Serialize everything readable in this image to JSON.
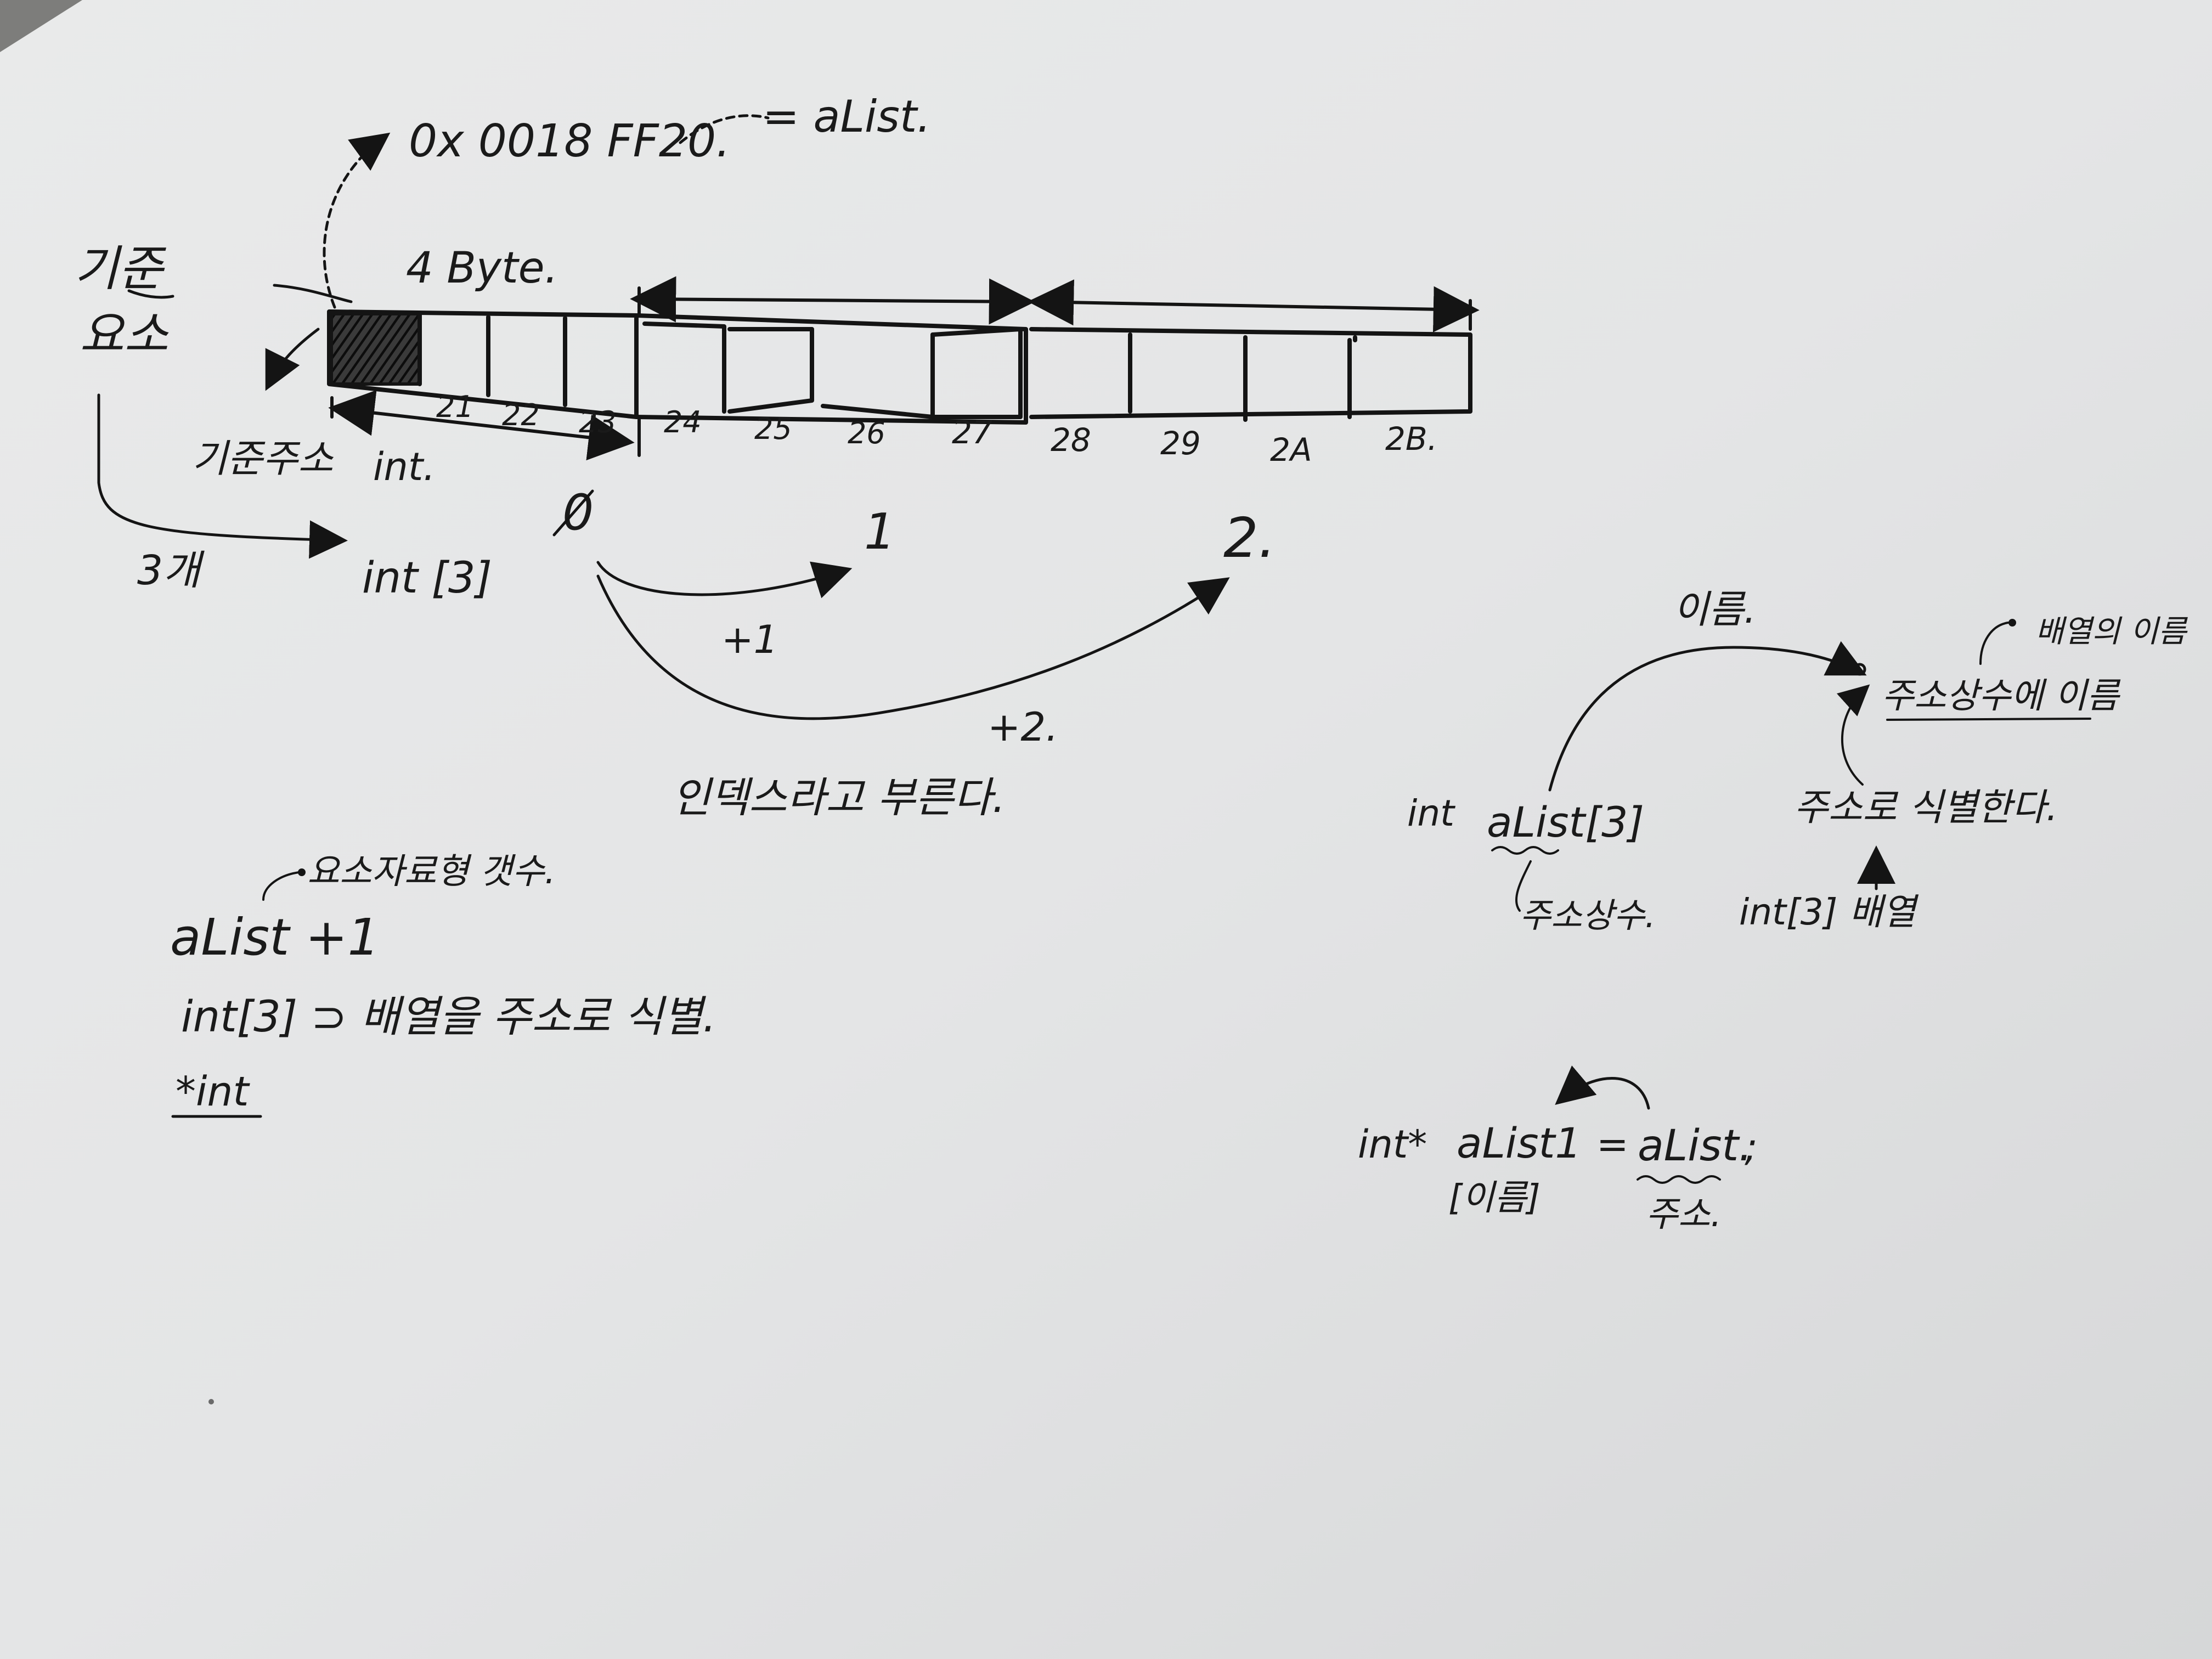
{
  "notes": {
    "address": "0x 0018 FF20.",
    "eq_alist": "= aList.",
    "four_byte": "4 Byte.",
    "base_elem_1": "기준",
    "base_elem_2": "요소",
    "base_address": "기준주소",
    "int_label": "int.",
    "count_3": "3개",
    "int_arr": "int [3]",
    "byte_labels": [
      "21",
      "22",
      "23",
      "24",
      "25",
      "26",
      "27",
      "28",
      "29",
      "2A",
      "2B."
    ],
    "index_0": "0",
    "index_1": "1",
    "index_2": "2.",
    "plus1": "+1",
    "plus2": "+2.",
    "index_note": "인덱스라고 부른다.",
    "elem_count_note": "요소자료형 갯수.",
    "alist_plus1": "aList +1",
    "int3_note": "int[3] ⊃ 배열을 주소로 식별.",
    "star_int": "*int",
    "name_label": "이름.",
    "array_name_note": "배열의 이름",
    "addr_const_name": "주소상수에 이름",
    "decl_int": "int",
    "decl_alist": "aList[3]",
    "addr_const": "주소상수.",
    "identify_addr": "주소로 식별한다.",
    "int3_array": "int[3] 배열",
    "ptr_decl_int": "int*",
    "ptr_decl_alist1": "aList1",
    "ptr_eq": "=",
    "ptr_alist": "aList.",
    "ptr_semicolon": ";",
    "ptr_name": "[이름]",
    "ptr_addr": "주소."
  }
}
